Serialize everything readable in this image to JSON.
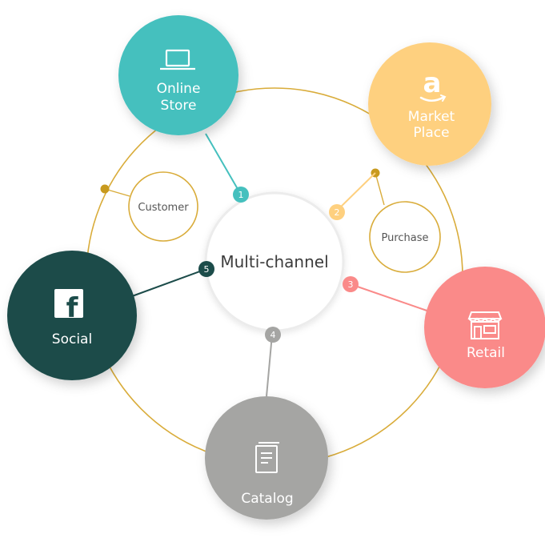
{
  "center": {
    "label": "Multi-channel"
  },
  "channels": [
    {
      "key": "online-store",
      "number": "1",
      "lines": [
        "Online",
        "Store"
      ],
      "color": "#45c0be",
      "icon": "laptop-icon"
    },
    {
      "key": "market-place",
      "number": "2",
      "lines": [
        "Market",
        "Place"
      ],
      "color": "#fed07f",
      "icon": "amazon-icon",
      "icon_text": "a"
    },
    {
      "key": "retail",
      "number": "3",
      "lines": [
        "Retail"
      ],
      "color": "#fa8a89",
      "icon": "storefront-icon"
    },
    {
      "key": "catalog",
      "number": "4",
      "lines": [
        "Catalog"
      ],
      "color": "#a5a5a3",
      "icon": "catalog-icon"
    },
    {
      "key": "social",
      "number": "5",
      "lines": [
        "Social"
      ],
      "color": "#1c4c4a",
      "icon": "facebook-icon",
      "icon_text": "f"
    }
  ],
  "side_labels": {
    "customer": "Customer",
    "purchase": "Purchase"
  },
  "colors": {
    "ring": "#d9ac3a",
    "ring_dot": "#c89a1e",
    "center_border": "#ededed"
  }
}
